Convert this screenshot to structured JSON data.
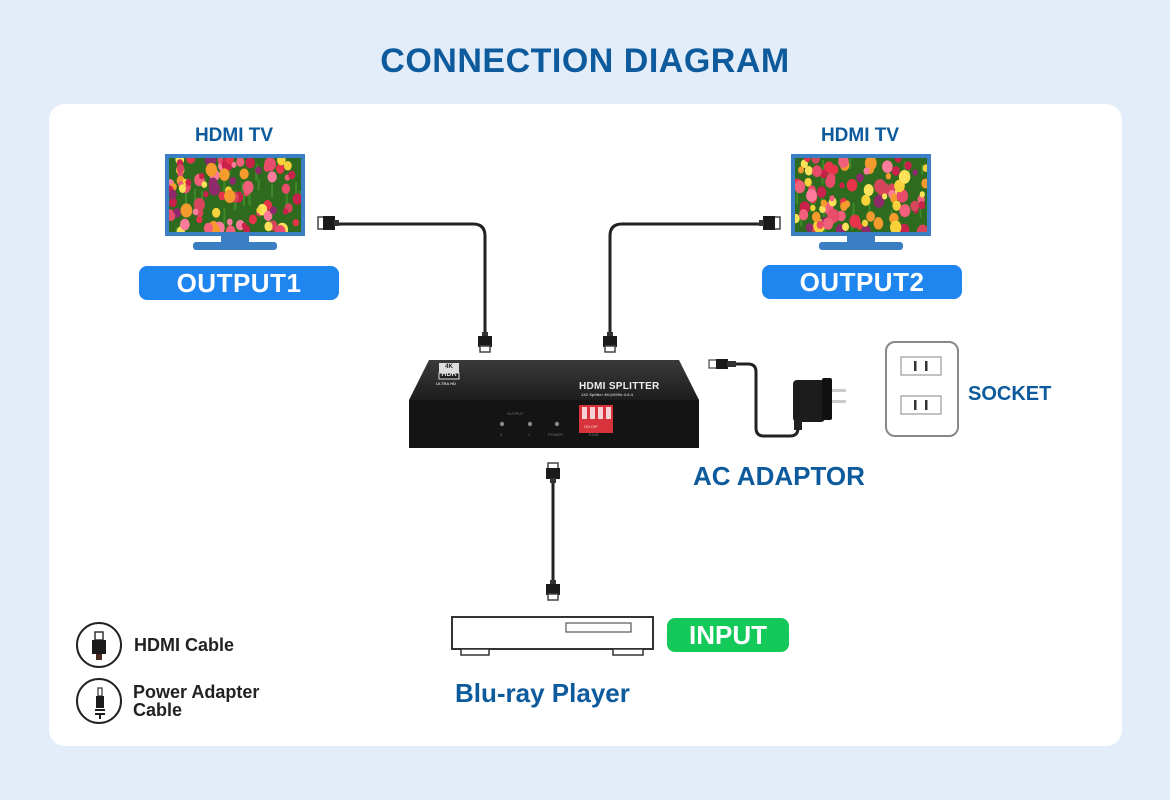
{
  "title": "CONNECTION DIAGRAM",
  "tv1": {
    "label": "HDMI TV",
    "badge": "OUTPUT1"
  },
  "tv2": {
    "label": "HDMI TV",
    "badge": "OUTPUT2"
  },
  "splitter": {
    "name": "HDMI SPLITTER",
    "subtitle": "1X2 Splitter 4K@60Hz 4:4:4",
    "logo_top": "4K",
    "logo_mid": "HDR",
    "logo_bottom": "ULTRA HD",
    "output_group_label": "OUTPUT",
    "led_labels": [
      "2",
      "1",
      "POWER"
    ],
    "dip_numbers": [
      "1",
      "2",
      "3",
      "4"
    ],
    "dip_caption": "ON DIP",
    "edid_label": "EDID"
  },
  "ac_adaptor": {
    "label": "AC ADAPTOR"
  },
  "socket": {
    "label": "SOCKET"
  },
  "input": {
    "badge": "INPUT",
    "device_label": "Blu-ray Player"
  },
  "legend": [
    {
      "icon": "hdmi-plug-icon",
      "label": "HDMI Cable"
    },
    {
      "icon": "dc-plug-icon",
      "label": "Power Adapter",
      "label_line2": "Cable"
    }
  ],
  "colors": {
    "background": "#e3edf9",
    "title_blue": "#0d5a9c",
    "output_badge": "#1f86f0",
    "input_badge": "#12c95a",
    "tv_frame": "#3a7fc4",
    "dip_red": "#d8333a"
  }
}
